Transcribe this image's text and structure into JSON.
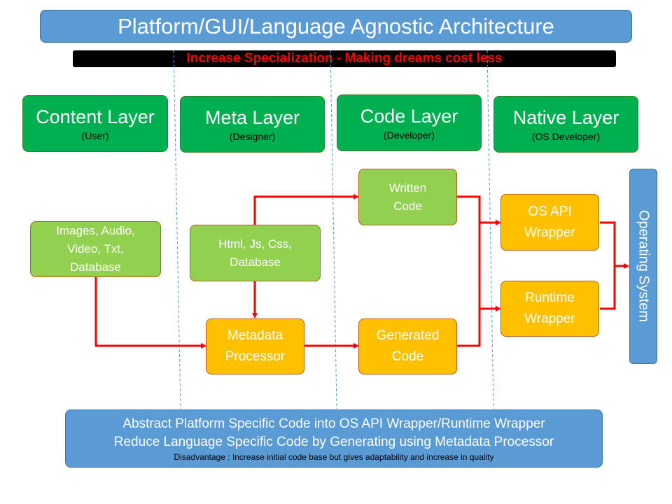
{
  "title": "Platform/GUI/Language Agnostic Architecture",
  "banner": "Increase Specialization - Making dreams cost less",
  "layers": [
    {
      "name": "Content Layer",
      "role": "(User)"
    },
    {
      "name": "Meta Layer",
      "role": "(Designer)"
    },
    {
      "name": "Code Layer",
      "role": "(Developer)"
    },
    {
      "name": "Native Layer",
      "role": "(OS Developer)"
    }
  ],
  "nodes": {
    "content": [
      "Images, Audio,",
      "Video, Txt,",
      "Database"
    ],
    "meta": [
      "Html, Js, Css,",
      "Database"
    ],
    "written_code": [
      "Written",
      "Code"
    ],
    "metadata_processor": [
      "Metadata",
      "Processor"
    ],
    "generated_code": [
      "Generated",
      "Code"
    ],
    "os_api_wrapper": [
      "OS API",
      "Wrapper"
    ],
    "runtime_wrapper": [
      "Runtime",
      "Wrapper"
    ],
    "operating_system": "Operating System"
  },
  "footer": {
    "line1": "Abstract Platform Specific Code into OS API Wrapper/Runtime Wrapper",
    "line2": "Reduce Language Specific Code by Generating using Metadata Processor",
    "line3": "Disadvantage : Increase initial code base but gives adaptability and increase in quality"
  },
  "colors": {
    "title_blue": "#5b9bd5",
    "layer_green": "#00b050",
    "node_light_green": "#92d050",
    "node_orange": "#ffc000",
    "arrow_red": "#ff0000",
    "banner_text_red": "#ff0000"
  }
}
